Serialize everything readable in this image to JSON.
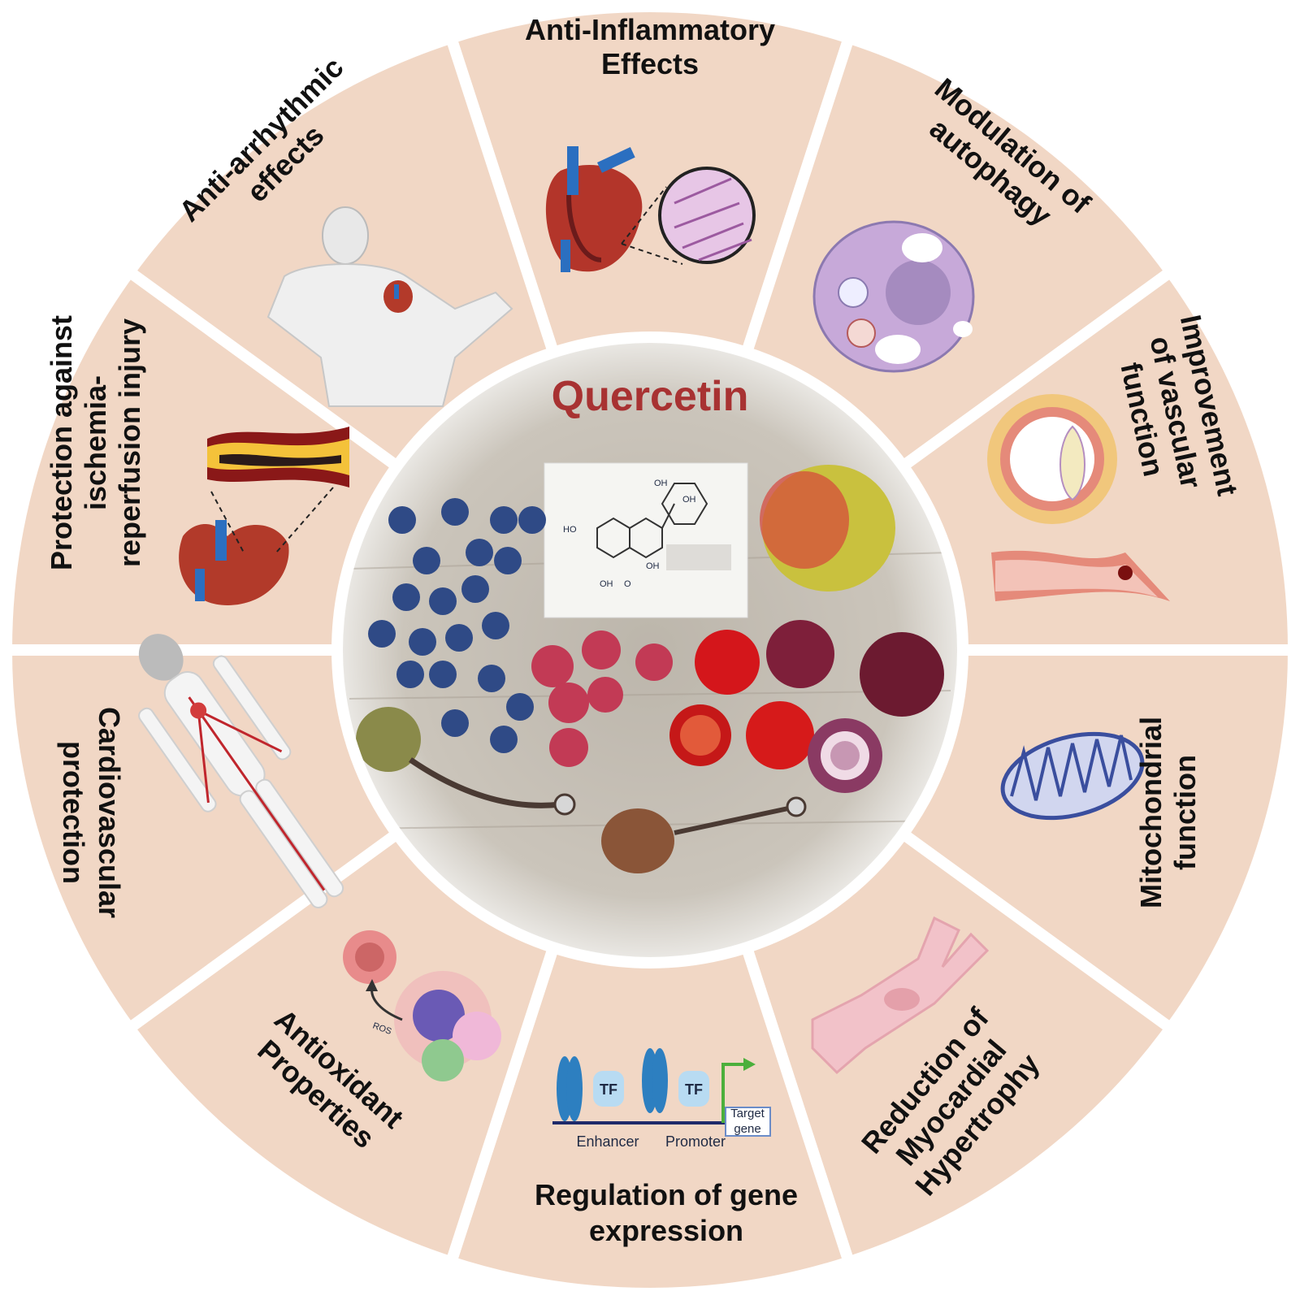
{
  "center": {
    "title": "Quercetin",
    "title_color": "#a83232",
    "molecule_labels": [
      "OH",
      "OH",
      "HO",
      "OH",
      "OH",
      "O"
    ]
  },
  "colors": {
    "segment_fill": "#f1d7c5",
    "divider": "#ffffff"
  },
  "segments": [
    {
      "id": "anti-inflammatory",
      "lines": [
        "Anti-Inflammatory",
        "Effects"
      ],
      "icon": "heart-histology-icon"
    },
    {
      "id": "autophagy",
      "lines": [
        "Modulation of",
        "autophagy"
      ],
      "icon": "cell-autophagy-icon"
    },
    {
      "id": "vascular",
      "lines": [
        "Improvement",
        "of vascular",
        "function"
      ],
      "icon": "blood-vessel-icon"
    },
    {
      "id": "mitochondrial",
      "lines": [
        "Mitochondrial",
        "function"
      ],
      "icon": "mitochondrion-icon"
    },
    {
      "id": "hypertrophy",
      "lines": [
        "Reduction of",
        "Myocardial",
        "Hypertrophy"
      ],
      "icon": "cardiomyocyte-icon"
    },
    {
      "id": "gene-expression",
      "lines": [
        "Regulation of gene",
        "expression"
      ],
      "icon": "transcription-factor-icon"
    },
    {
      "id": "antioxidant",
      "lines": [
        "Antioxidant",
        "Properties"
      ],
      "icon": "immune-cells-ros-icon"
    },
    {
      "id": "cardiovascular",
      "lines": [
        "Cardiovascular",
        "protection"
      ],
      "icon": "human-vasculature-icon"
    },
    {
      "id": "ischemia",
      "lines": [
        "Protection against",
        "ischemia-",
        "reperfusion injury"
      ],
      "icon": "heart-artery-icon"
    },
    {
      "id": "antiarrhythmic",
      "lines": [
        "Anti-arrhythmic",
        "effects"
      ],
      "icon": "pacemaker-torso-icon"
    }
  ],
  "gene_labels": {
    "tf1": "TF",
    "tf2": "TF",
    "enhancer": "Enhancer",
    "promoter": "Promoter",
    "target1": "Target",
    "target2": "gene"
  },
  "ros_label": "ROS"
}
